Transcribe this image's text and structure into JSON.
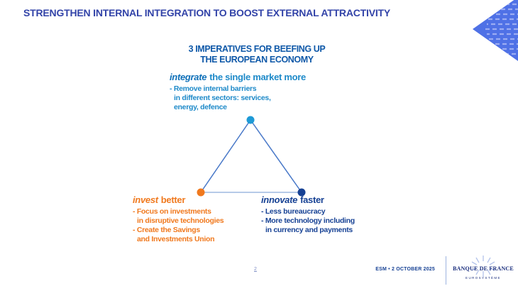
{
  "slide": {
    "title": "STRENGTHEN INTERNAL INTEGRATION TO BOOST EXTERNAL ATTRACTIVITY",
    "subtitle": {
      "line1": "3 IMPERATIVES FOR BEEFING UP",
      "line2": "THE EUROPEAN ECONOMY"
    }
  },
  "diagram": {
    "type": "triangle",
    "sections": {
      "integrate": {
        "keyword": "integrate",
        "heading_rest": "the single market more",
        "position": "top",
        "lines": [
          "- Remove internal barriers",
          "in different sectors: services,",
          "energy, defence"
        ]
      },
      "invest": {
        "keyword": "invest",
        "heading_rest": "better",
        "position": "bottom-left",
        "lines": [
          "- Focus on investments",
          "in disruptive technologies",
          "- Create the Savings",
          "and Investments Union"
        ]
      },
      "innovate": {
        "keyword": "innovate",
        "heading_rest": "faster",
        "position": "bottom-right",
        "lines": [
          "- Less bureaucracy",
          "- More technology including",
          "in currency and payments"
        ]
      }
    }
  },
  "footer": {
    "page_number": "2",
    "event_date": "ESM • 2 OCTOBER 2025",
    "logo": {
      "line1": "BANQUE DE FRANCE",
      "line2": "EUROSYSTÈME"
    }
  },
  "colors": {
    "title-blue": "#3243a8",
    "subtitle-blue": "#0e58a8",
    "integrate-blue": "#1e8ac9",
    "integrate-keyword": "#0d6fb8",
    "integrate-dot": "#1e9ad6",
    "invest-orange": "#f0791e",
    "innovate-navy": "#164194",
    "triangle-edge": "#4878c8",
    "triangle-base": "#9db9e0",
    "corner-blue": "#4f71e6",
    "corner-dash": "#aebcf5",
    "logo-navy": "#1b2f7e",
    "logo-ray": "#b3c3ea",
    "divider-blue": "#9db4e0",
    "pagenum-blue": "#7f8fc6"
  }
}
